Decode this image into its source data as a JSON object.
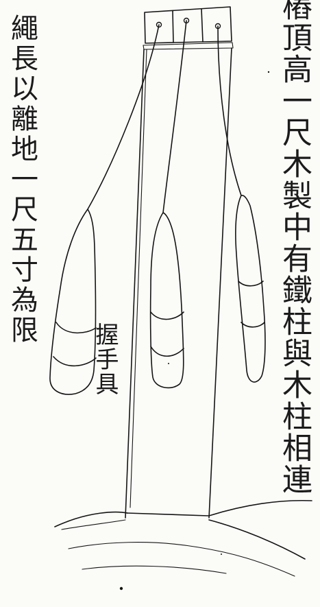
{
  "captions": {
    "right_column": "樁頂高一尺木製中有鐵柱與木柱相連",
    "left_column": "繩長以離地一尺五寸為限",
    "grip_label": "握手具"
  }
}
